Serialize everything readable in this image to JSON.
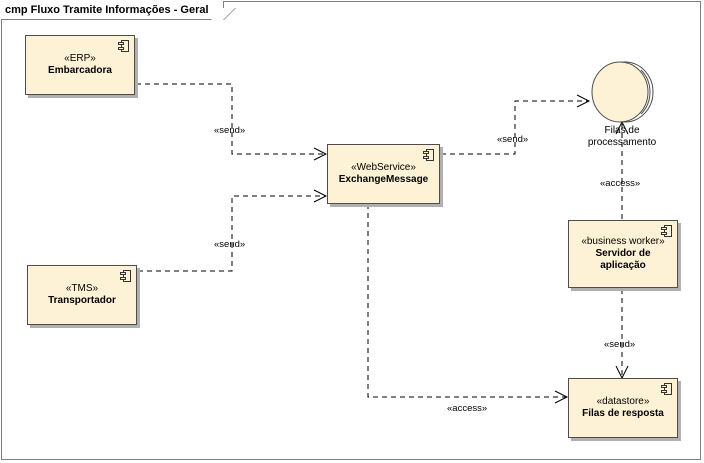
{
  "frame": {
    "title": "cmp Fluxo Tramite Informações - Geral"
  },
  "components": {
    "embarcadora": {
      "stereotype": "«ERP»",
      "name": "Embarcadora"
    },
    "transportador": {
      "stereotype": "«TMS»",
      "name": "Transportador"
    },
    "exchange": {
      "stereotype": "«WebService»",
      "name": "ExchangeMessage"
    },
    "servidor": {
      "stereotype": "«business worker»",
      "name_line1": "Servidor de",
      "name_line2": "aplicação"
    },
    "filas_resposta": {
      "stereotype": "«datastore»",
      "name": "Filas de resposta"
    }
  },
  "queue": {
    "line1": "Filas de",
    "line2": "processamento"
  },
  "edges": {
    "embarcadora_exchange": "«send»",
    "transportador_exchange": "«send»",
    "exchange_queue": "«send»",
    "servidor_queue": "«access»",
    "servidor_filas": "«send»",
    "exchange_filas": "«access»"
  },
  "colors": {
    "component_fill": "#fdf2d5",
    "queue_fill": "#fdf2d5",
    "border": "#4d4d4d"
  }
}
